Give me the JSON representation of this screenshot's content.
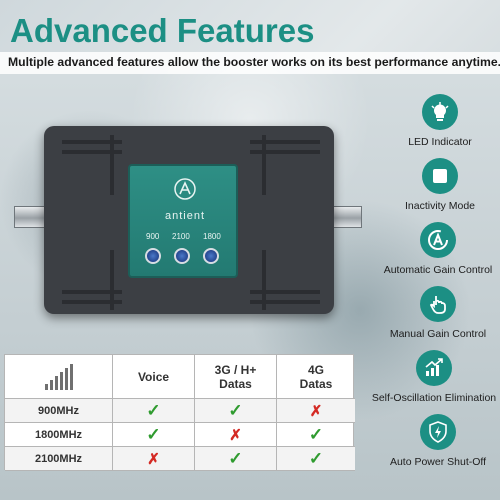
{
  "title": "Advanced Features",
  "subtitle": "Multiple advanced features allow the booster works on its best performance anytime.",
  "device": {
    "brand": "antient",
    "bands": [
      "900",
      "2100",
      "1800"
    ]
  },
  "features": [
    {
      "label": "LED Indicator",
      "icon": "led-bulb-icon"
    },
    {
      "label": "Inactivity Mode",
      "icon": "stop-square-icon"
    },
    {
      "label": "Automatic Gain Control",
      "icon": "auto-a-icon"
    },
    {
      "label": "Manual Gain Control",
      "icon": "hand-pointer-icon"
    },
    {
      "label": "Self-Oscillation Elimination",
      "icon": "trend-chart-icon"
    },
    {
      "label": "Auto Power Shut-Off",
      "icon": "lightning-shield-icon"
    }
  ],
  "table": {
    "headers": [
      "",
      "Voice",
      "3G / H+\nDatas",
      "4G\nDatas"
    ],
    "header_lines": [
      [
        "Voice"
      ],
      [
        "3G / H+",
        "Datas"
      ],
      [
        "4G",
        "Datas"
      ]
    ],
    "rows": [
      {
        "label": "900MHz",
        "values": [
          "check",
          "check",
          "cross"
        ]
      },
      {
        "label": "1800MHz",
        "values": [
          "check",
          "cross",
          "check"
        ]
      },
      {
        "label": "2100MHz",
        "values": [
          "cross",
          "check",
          "check"
        ]
      }
    ]
  },
  "colors": {
    "accent": "#1c8f84",
    "check": "#2f9b2f",
    "cross": "#d42a24"
  }
}
